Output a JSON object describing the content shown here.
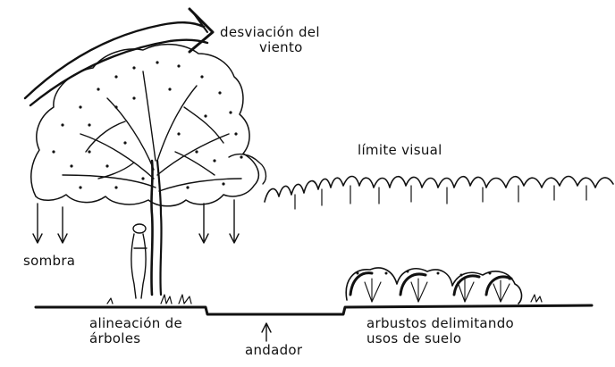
{
  "labels": {
    "wind": [
      "desviación del",
      "viento"
    ],
    "visual_limit": "límite visual",
    "shade": "sombra",
    "tree_row": [
      "alineación de",
      "árboles"
    ],
    "path": "andador",
    "shrubs": [
      "arbustos delimitando",
      "usos de suelo"
    ]
  },
  "colors": {
    "ink": "#111111",
    "background": "#ffffff"
  }
}
